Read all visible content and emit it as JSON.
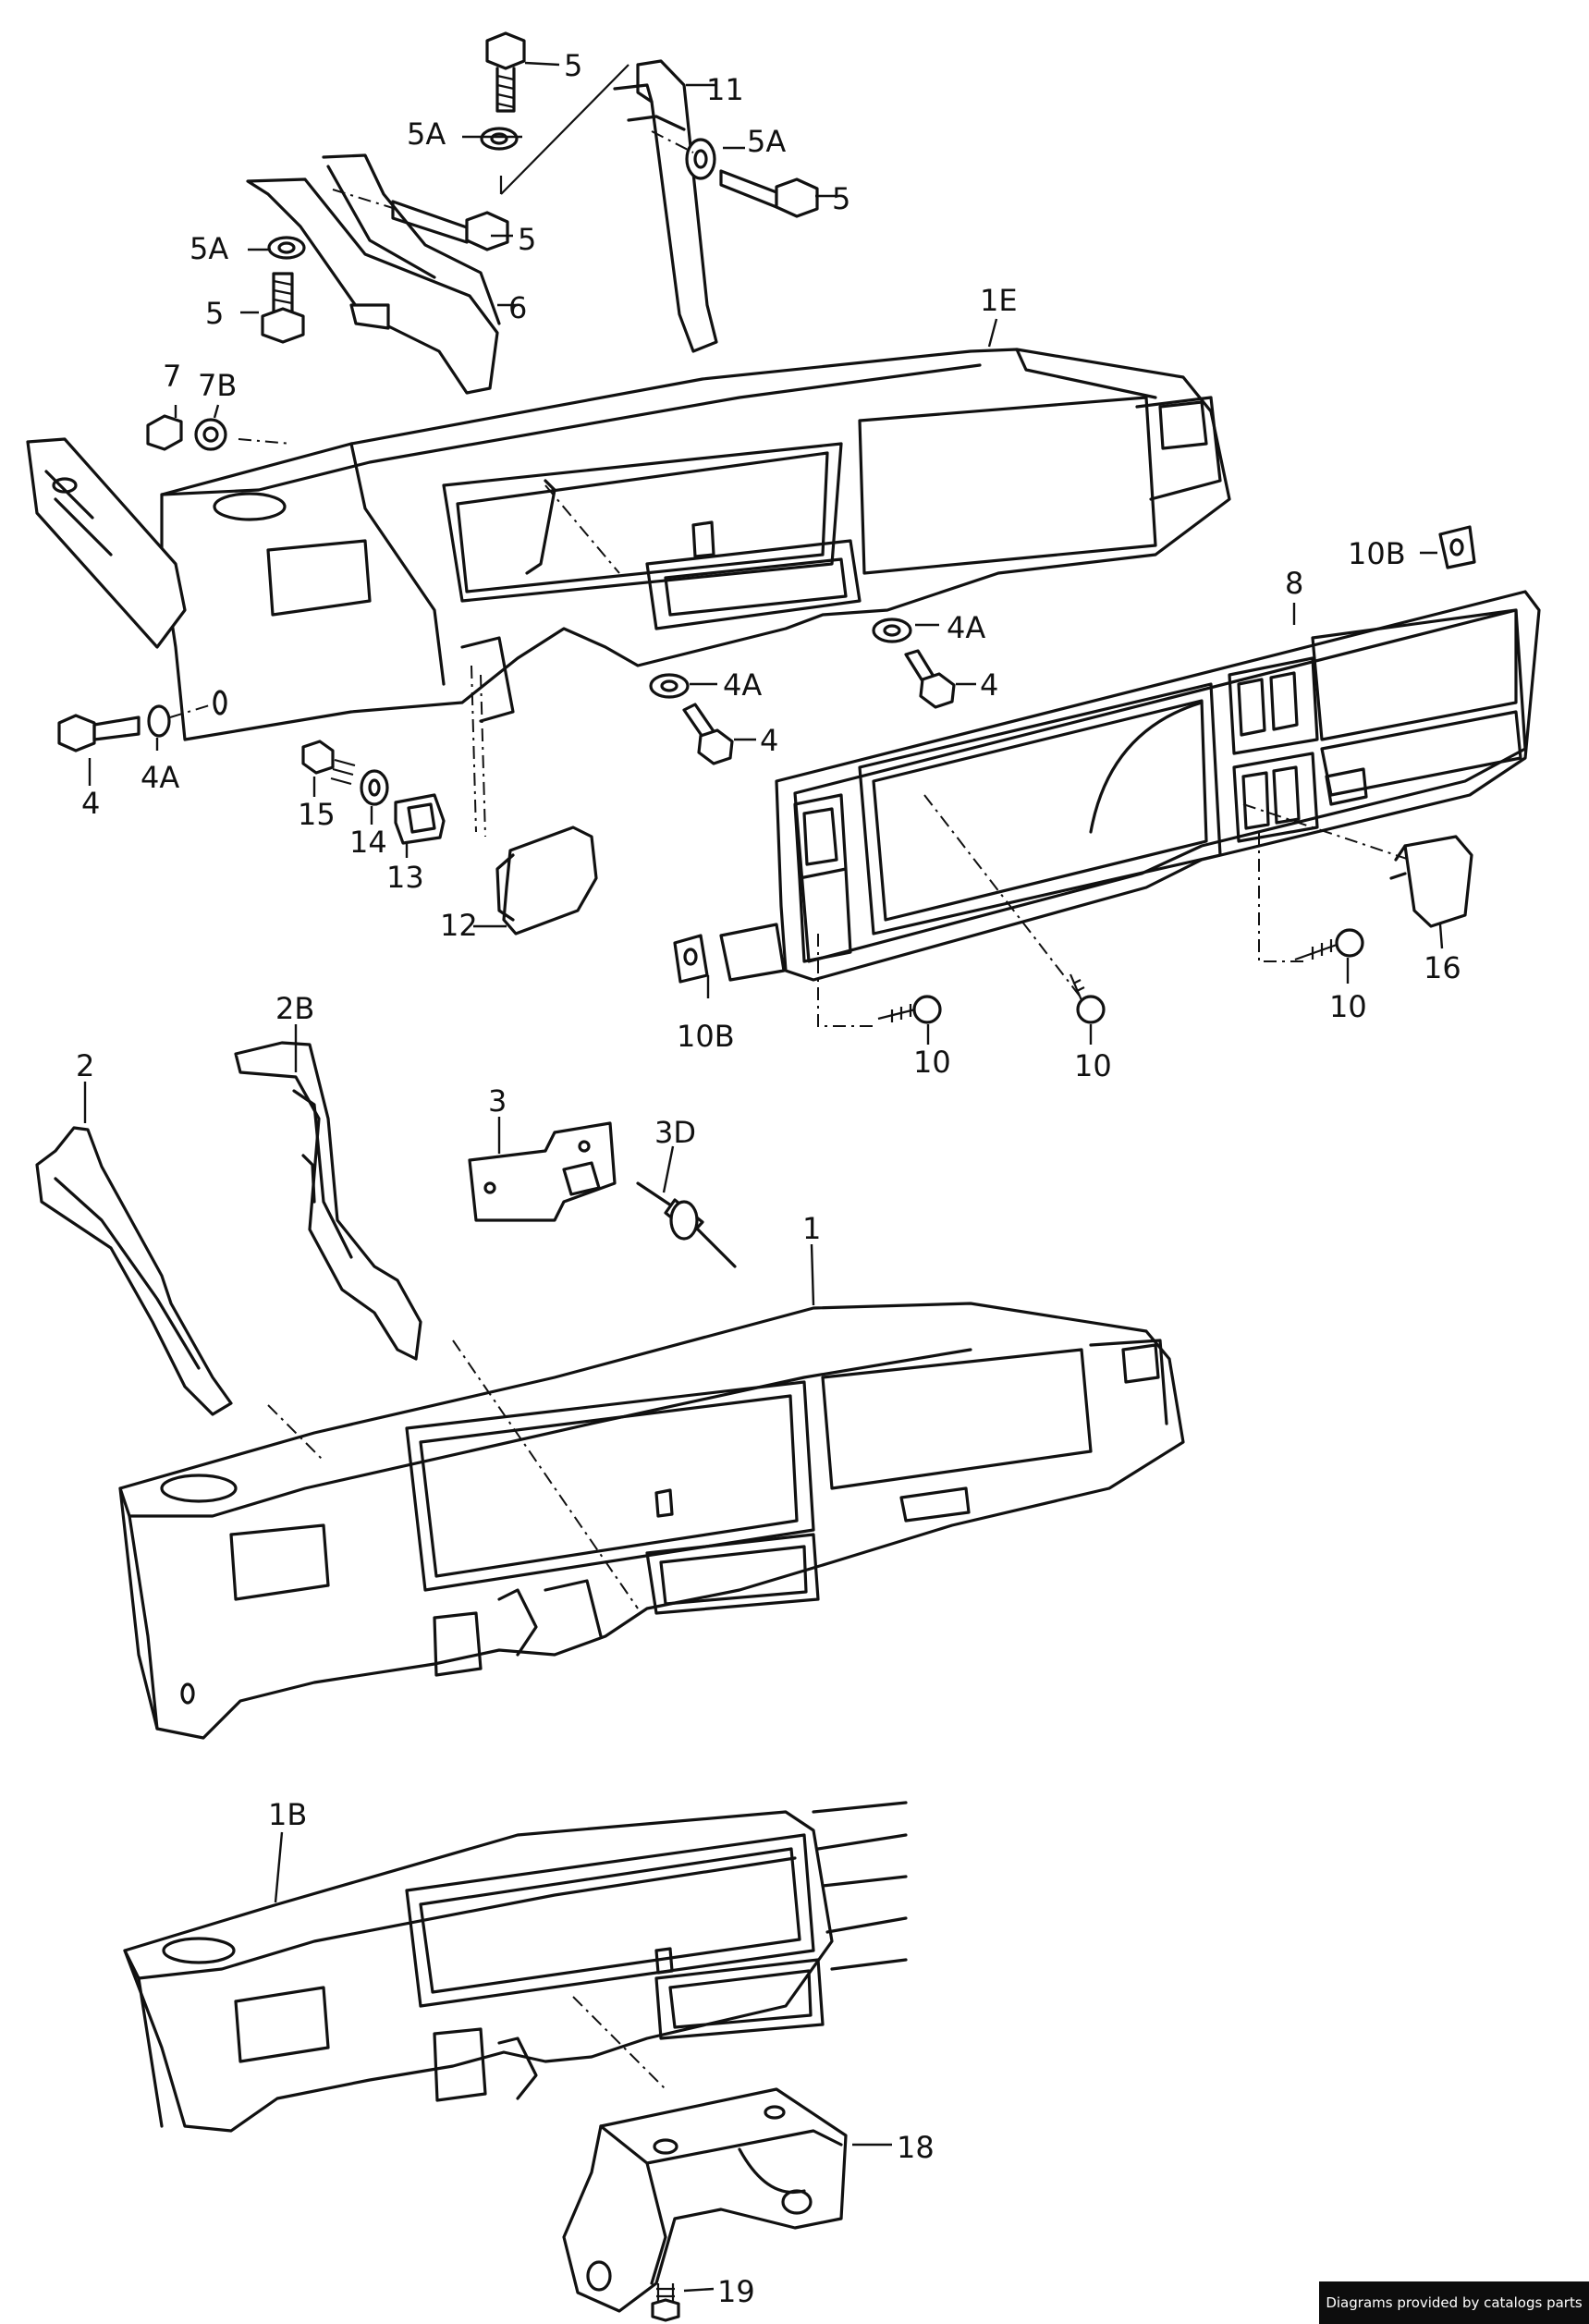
{
  "callouts": {
    "c5_top": "5",
    "c5A_top": "5A",
    "c11": "11",
    "c5A_right": "5A",
    "c5_right": "5",
    "c5A_left": "5A",
    "c5_mid": "5",
    "c5_left": "5",
    "c6": "6",
    "c1E": "1E",
    "c7": "7",
    "c7B": "7B",
    "c10B_top": "10B",
    "c8": "8",
    "c4A_r1": "4A",
    "c4_r1": "4",
    "c4A_r2": "4A",
    "c4_r2": "4",
    "c4_left": "4",
    "c4A_left": "4A",
    "c15": "15",
    "c14": "14",
    "c13": "13",
    "c12": "12",
    "c16": "16",
    "c10B_bottom": "10B",
    "c10_a": "10",
    "c10_b": "10",
    "c10_c": "10",
    "c2": "2",
    "c2B": "2B",
    "c3": "3",
    "c3D": "3D",
    "c1": "1",
    "c1B": "1B",
    "c18": "18",
    "c19": "19"
  },
  "footer": {
    "credit": "Diagrams provided by catalogs parts"
  }
}
